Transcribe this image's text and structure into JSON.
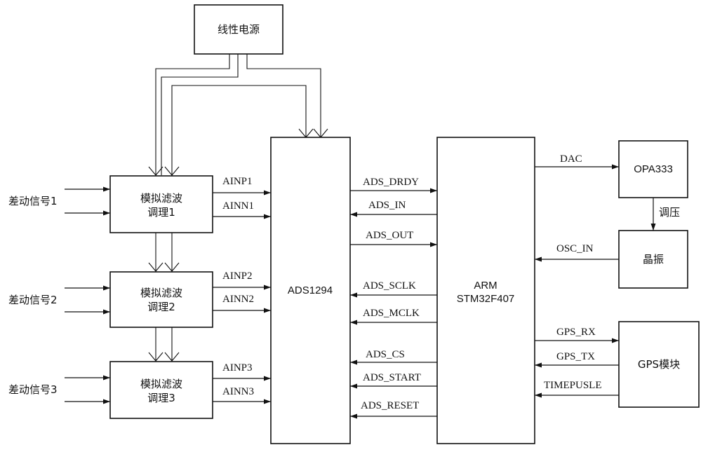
{
  "power": "线性电源",
  "filters": [
    {
      "line1": "模拟滤波",
      "line2": "调理1",
      "input": "差动信号1",
      "p": "AINP1",
      "n": "AINN1"
    },
    {
      "line1": "模拟滤波",
      "line2": "调理2",
      "input": "差动信号2",
      "p": "AINP2",
      "n": "AINN2"
    },
    {
      "line1": "模拟滤波",
      "line2": "调理3",
      "input": "差动信号3",
      "p": "AINP3",
      "n": "AINN3"
    }
  ],
  "adc": "ADS1294",
  "mcu": {
    "line1": "ARM",
    "line2": "STM32F407"
  },
  "adc_mcu_signals": [
    "ADS_DRDY",
    "ADS_IN",
    "ADS_OUT",
    "ADS_SCLK",
    "ADS_MCLK",
    "ADS_CS",
    "ADS_START",
    "ADS_RESET"
  ],
  "opa": "OPA333",
  "osc": "晶振",
  "gps": "GPS模块",
  "dac": "DAC",
  "tune": "调压",
  "osc_in": "OSC_IN",
  "gps_rx": "GPS_RX",
  "gps_tx": "GPS_TX",
  "timepulse": "TIMEPUSLE"
}
